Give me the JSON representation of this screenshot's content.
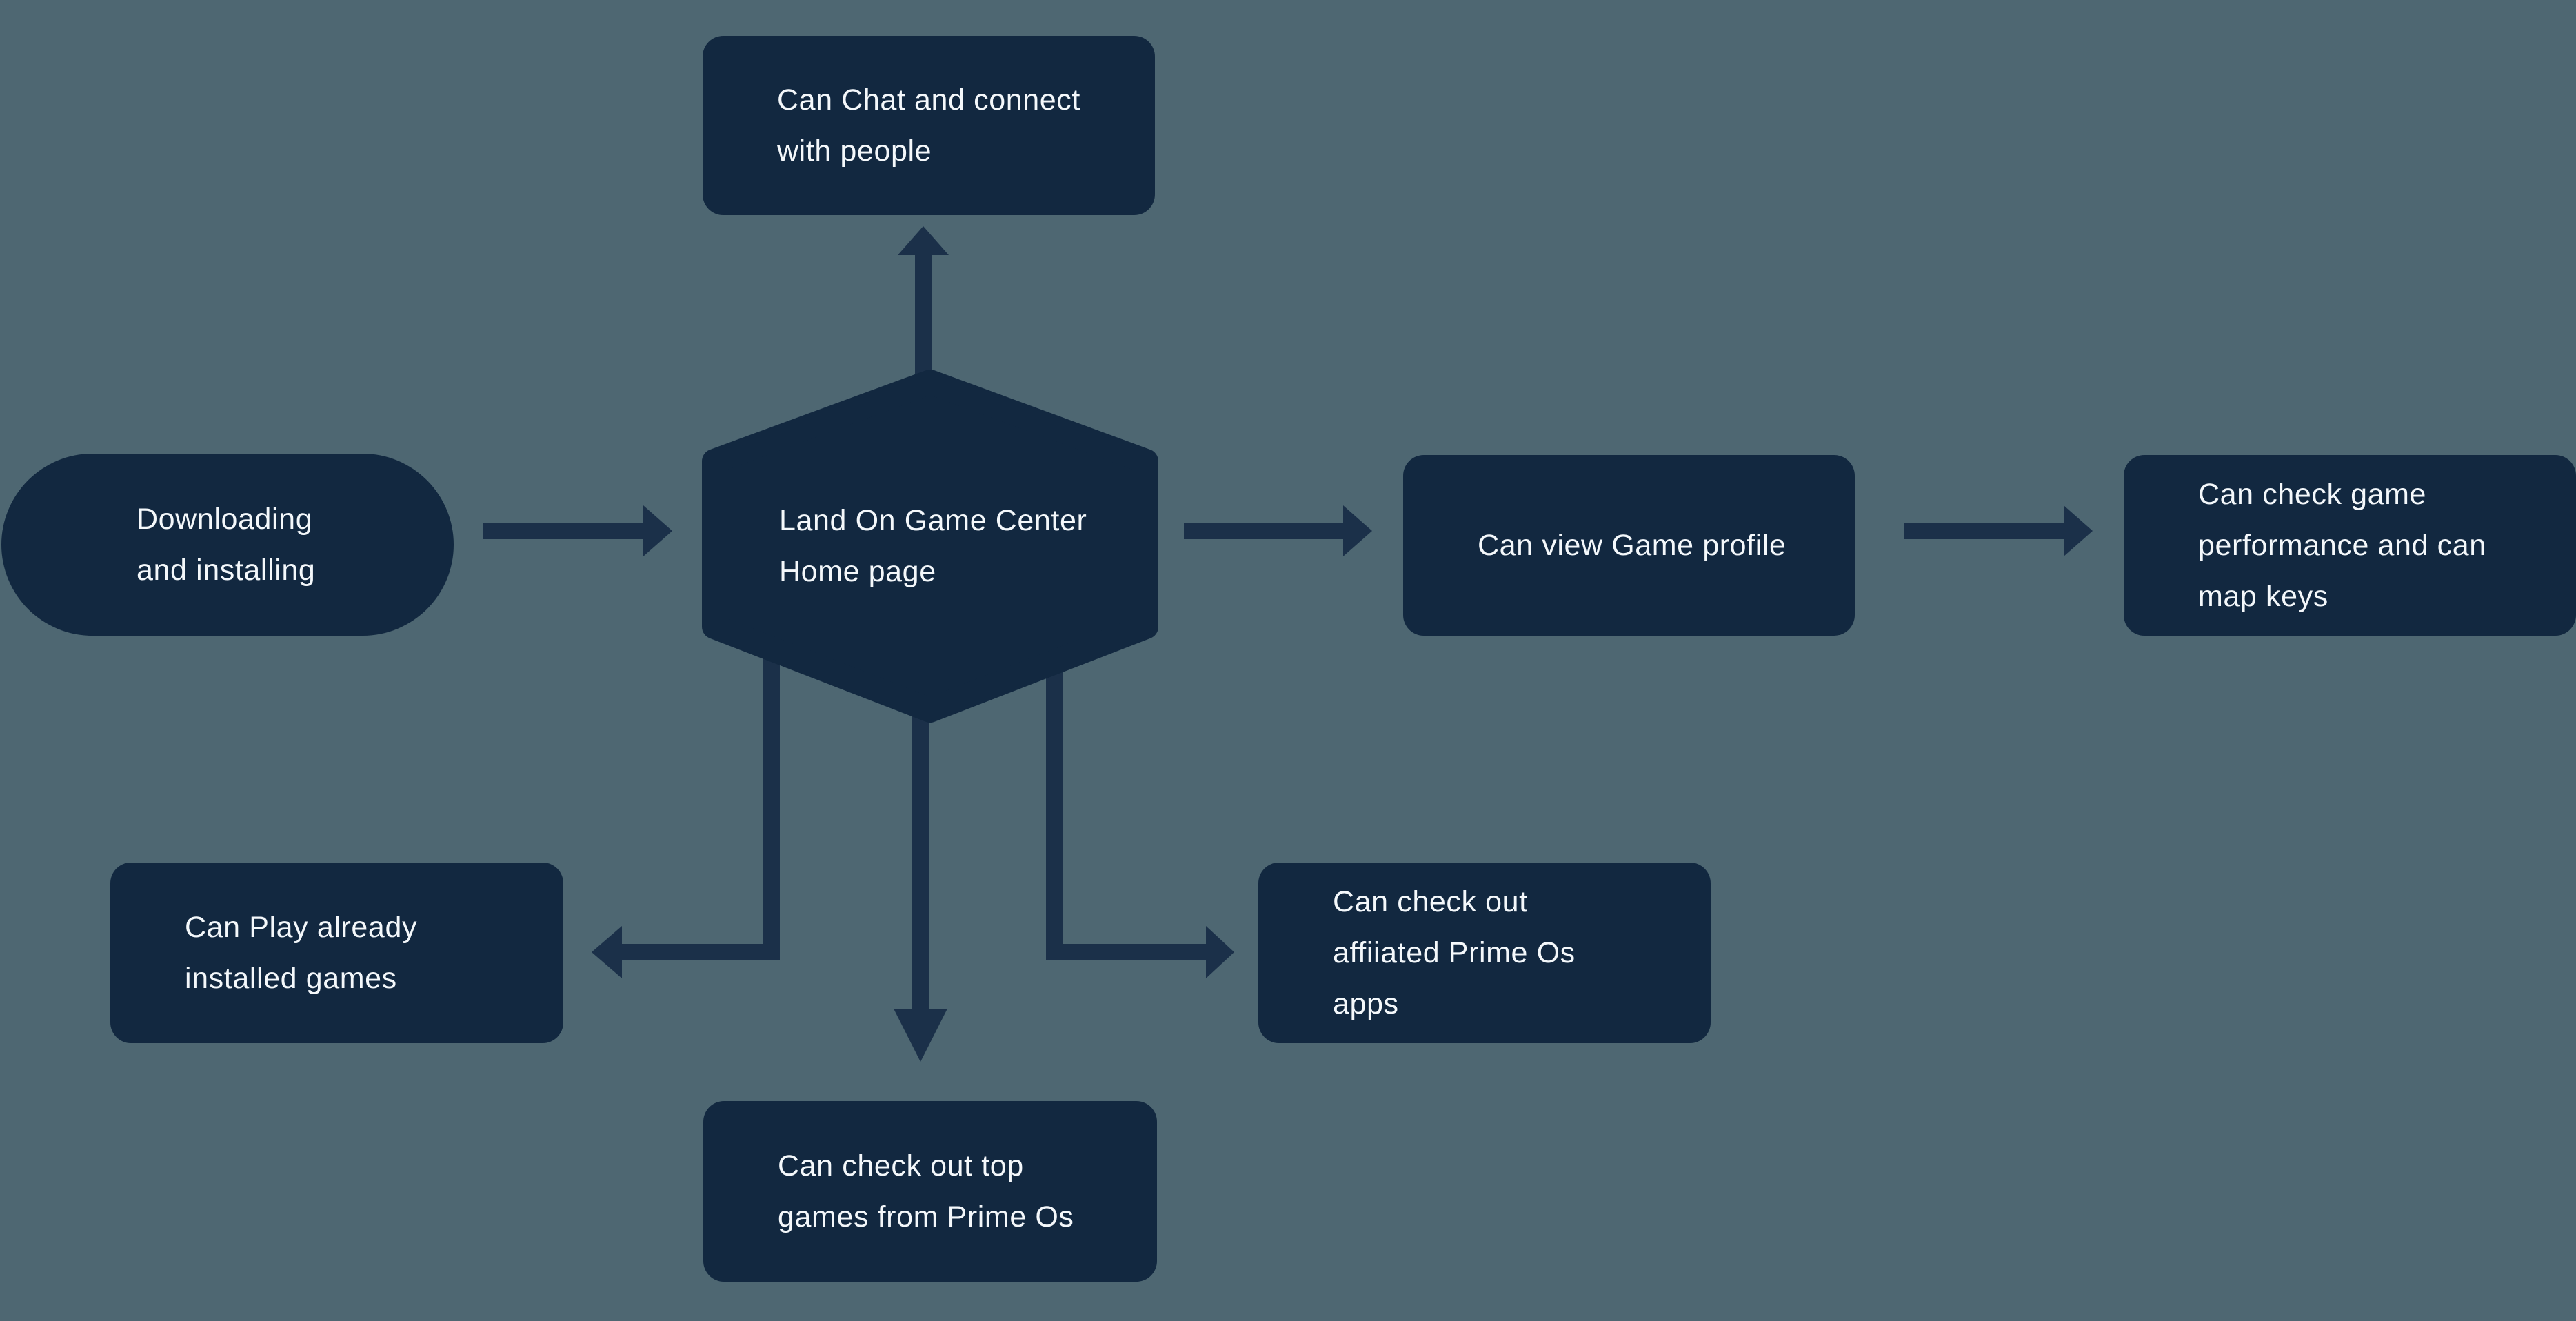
{
  "colors": {
    "background": "#4E6772",
    "node_fill": "#122840",
    "arrow": "#1B3049",
    "text": "#F4F8FB"
  },
  "nodes": {
    "chat": {
      "label": "Can Chat and connect\nwith people",
      "shape": "rounded-rect"
    },
    "download": {
      "label": "Downloading\nand installing",
      "shape": "pill"
    },
    "home": {
      "label": "Land On Game Center\nHome page",
      "shape": "hexagon"
    },
    "profile": {
      "label": "Can view Game profile",
      "shape": "rounded-rect"
    },
    "performance": {
      "label": "Can check game\nperformance and can\nmap keys",
      "shape": "rounded-rect"
    },
    "installed": {
      "label": "Can Play already\ninstalled games",
      "shape": "rounded-rect"
    },
    "topgames": {
      "label": "Can check out top\ngames from Prime Os",
      "shape": "rounded-rect"
    },
    "affiliated": {
      "label": "Can check out\naffiiated Prime Os\napps",
      "shape": "rounded-rect"
    }
  },
  "edges": [
    {
      "from": "download",
      "to": "home"
    },
    {
      "from": "home",
      "to": "chat"
    },
    {
      "from": "home",
      "to": "profile"
    },
    {
      "from": "profile",
      "to": "performance"
    },
    {
      "from": "home",
      "to": "installed"
    },
    {
      "from": "home",
      "to": "topgames"
    },
    {
      "from": "home",
      "to": "affiliated"
    }
  ]
}
